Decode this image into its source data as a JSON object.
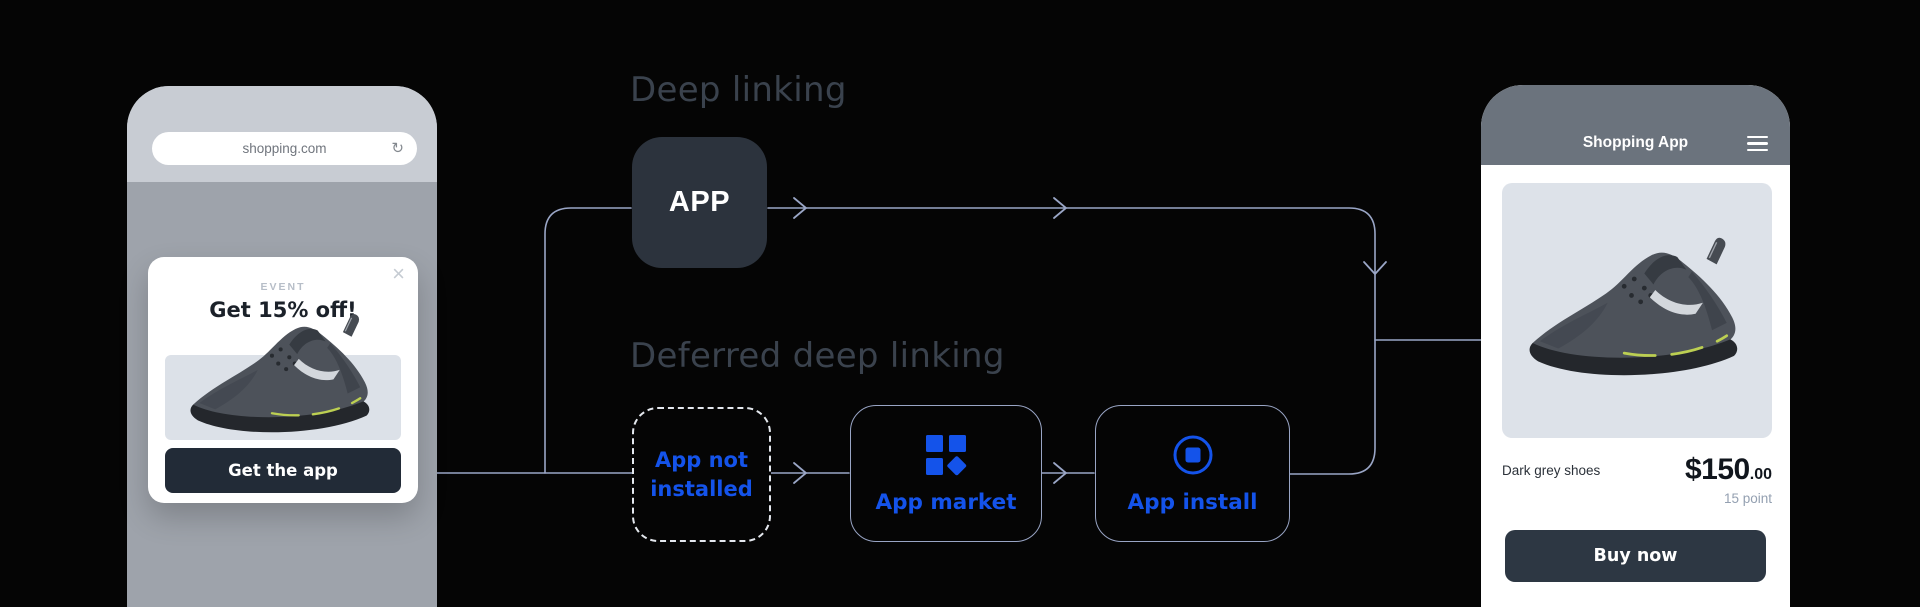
{
  "colors": {
    "accent_blue": "#1453ea",
    "flow_line": "#9aa6c6",
    "title_grey": "#3a424d",
    "dark_button": "#222b37",
    "buy_button": "#2d3743",
    "phone_header": "#6b737d"
  },
  "left_phone": {
    "url": "shopping.com",
    "reload_glyph": "↻",
    "popup": {
      "close_glyph": "×",
      "eyebrow": "EVENT",
      "headline": "Get 15% off!",
      "cta": "Get the app"
    }
  },
  "diagram": {
    "title_deep": "Deep linking",
    "title_deferred": "Deferred deep linking",
    "app_box": "APP",
    "not_installed": "App not installed",
    "app_market": "App market",
    "app_install": "App install"
  },
  "right_phone": {
    "header_title": "Shopping App",
    "product_name": "Dark grey shoes",
    "price_main": "$150",
    "price_cents": ".00",
    "points": "15 point",
    "cta": "Buy now"
  }
}
